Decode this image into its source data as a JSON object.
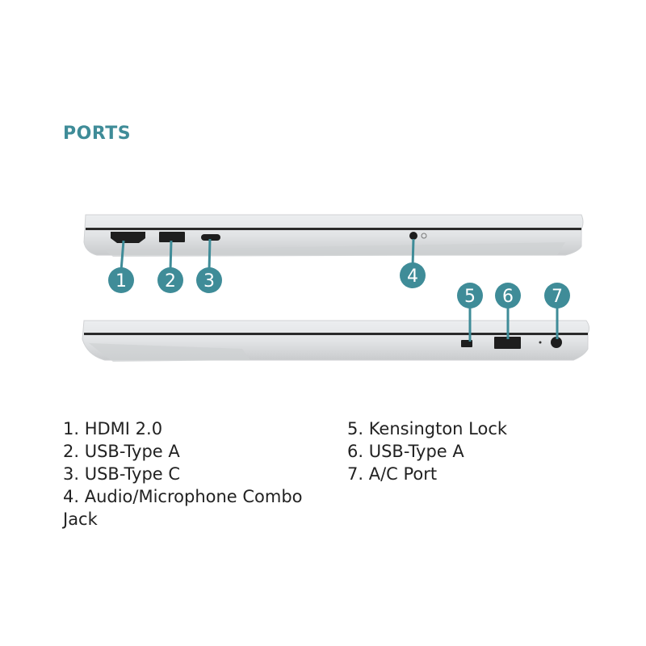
{
  "title": "PORTS",
  "accent": "#3f8c98",
  "callouts": [
    "1",
    "2",
    "3",
    "4",
    "5",
    "6",
    "7"
  ],
  "ports_left": [
    "1. HDMI 2.0",
    "2. USB-Type A",
    "3. USB-Type C",
    "4. Audio/Microphone Combo",
    "Jack"
  ],
  "ports_right": [
    "5. Kensington Lock",
    "6. USB-Type A",
    "7. A/C Port"
  ]
}
